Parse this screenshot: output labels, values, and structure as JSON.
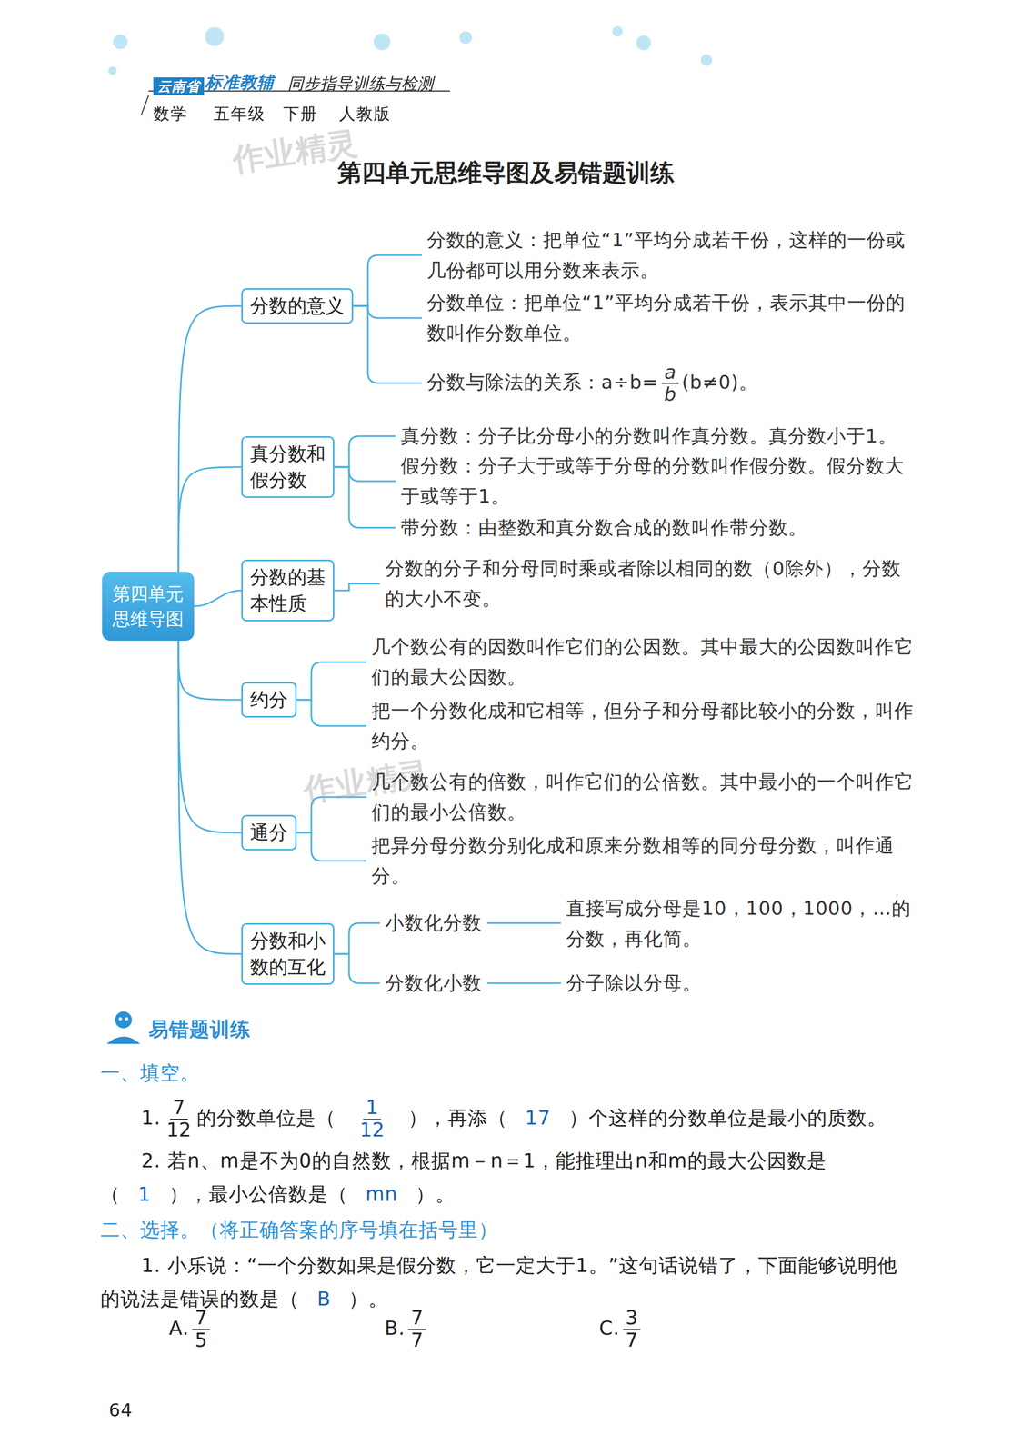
{
  "diagram": {
    "title": "第四单元思维导图及易错题训练",
    "nodes": [
      {
        "text": [
          "第四单元 思维导图"
        ]
      },
      {
        "text": [
          "分数的意义"
        ]
      },
      {
        "text": [
          "分数的意义：把单位“1”平均分成若干份，这样的一份或几份都可以用分数来表示。"
        ]
      },
      {
        "text": [
          "分数单位：把单位“1”平均分成若干份，表示其中一份的数叫作分数单位。"
        ]
      },
      {
        "text": [
          "分数与除法的关系：a÷b=",
          "a",
          "b",
          "(b≠0)。"
        ]
      },
      {
        "text": [
          "真分数和假分数"
        ]
      },
      {
        "text": [
          "真分数：分子比分母小的分数叫作真分数。真分数小于1。"
        ]
      },
      {
        "text": [
          "假分数：分子大于或等于分母的分数叫作假分数。假分数大于或等于1。"
        ]
      },
      {
        "text": [
          "带分数：由整数和真分数合成的数叫作带分数。"
        ]
      },
      {
        "text": [
          "分数的基本性质"
        ]
      },
      {
        "text": [
          "分数的分子和分母同时乘或者除以相同的数（0除外），分数的大小不变。"
        ]
      },
      {
        "text": [
          "约分"
        ]
      },
      {
        "text": [
          "几个数公有的因数叫作它们的公因数。其中最大的公因数叫作它们的最大公因数。"
        ]
      },
      {
        "text": [
          "把一个分数化成和它相等，但分子和分母都比较小的分数，叫作约分。"
        ]
      },
      {
        "text": [
          "通分"
        ]
      },
      {
        "text": [
          "几个数公有的倍数，叫作它们的公倍数。其中最小的一个叫作它们的最小公倍数。"
        ]
      },
      {
        "text": [
          "把异分母分数分别化成和原来分数相等的同分母分数，叫作通分。"
        ]
      },
      {
        "text": [
          "分数和小数的互化"
        ]
      },
      {
        "text": [
          "小数化分数"
        ]
      },
      {
        "text": [
          "直接写成分母是10，100，1000，…的分数，再化简。"
        ]
      },
      {
        "text": [
          "分数化小数"
        ]
      },
      {
        "text": [
          "分子除以分母。"
        ]
      }
    ],
    "edges": [
      {
        "from": 0,
        "to": 1,
        "arrow": "none"
      },
      {
        "from": 0,
        "to": 5,
        "arrow": "none"
      },
      {
        "from": 0,
        "to": 9,
        "arrow": "none"
      },
      {
        "from": 0,
        "to": 11,
        "arrow": "none"
      },
      {
        "from": 0,
        "to": 14,
        "arrow": "none"
      },
      {
        "from": 0,
        "to": 17,
        "arrow": "none"
      },
      {
        "from": 1,
        "to": 2,
        "arrow": "none"
      },
      {
        "from": 1,
        "to": 3,
        "arrow": "none"
      },
      {
        "from": 1,
        "to": 4,
        "arrow": "none"
      },
      {
        "from": 5,
        "to": 6,
        "arrow": "none"
      },
      {
        "from": 5,
        "to": 7,
        "arrow": "none"
      },
      {
        "from": 5,
        "to": 8,
        "arrow": "none"
      },
      {
        "from": 9,
        "to": 10,
        "arrow": "none"
      },
      {
        "from": 11,
        "to": 12,
        "arrow": "none"
      },
      {
        "from": 11,
        "to": 13,
        "arrow": "none"
      },
      {
        "from": 14,
        "to": 15,
        "arrow": "none"
      },
      {
        "from": 14,
        "to": 16,
        "arrow": "none"
      },
      {
        "from": 17,
        "to": 18,
        "arrow": "none"
      },
      {
        "from": 17,
        "to": 20,
        "arrow": "none"
      },
      {
        "from": 18,
        "to": 19,
        "arrow": "none"
      },
      {
        "from": 20,
        "to": 21,
        "arrow": "none"
      }
    ],
    "labels": [
      "云南省",
      "标准教辅",
      "同步指导训练与检测",
      "数学",
      "五年级",
      "下册",
      "人教版",
      "作业精灵",
      "作业精灵",
      "易错题训练",
      "一、填空。",
      "1.",
      "7",
      "12",
      "的分数单位是（",
      "1",
      "12",
      "），再添（",
      "17",
      "）个这样的分数单位是最小的质数。",
      "2. 若n、m是不为0的自然数，根据m－n＝1，能推理出n和m的最大公因数是",
      "（",
      "1",
      "），最小公倍数是（",
      "mn",
      "）。",
      "二、选择。（将正确答案的序号填在括号里）",
      "1. 小乐说：“一个分数如果是假分数，它一定大于1。”这句话说错了，下面能够说明他的说法是错误的数是（",
      "B",
      "）。",
      "A.",
      "7",
      "5",
      "B.",
      "7",
      "7",
      "C.",
      "3",
      "7",
      "64"
    ]
  }
}
